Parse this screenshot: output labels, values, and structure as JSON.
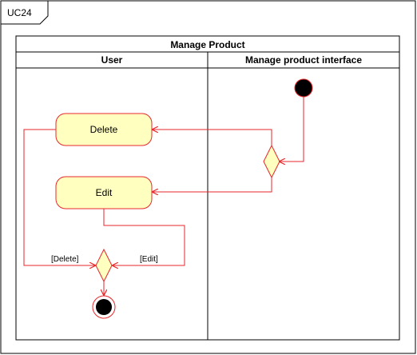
{
  "frame": {
    "tag": "UC24"
  },
  "diagram": {
    "title": "Manage Product",
    "lanes": [
      "User",
      "Manage product interface"
    ],
    "actions": {
      "delete": "Delete",
      "edit": "Edit"
    },
    "guards": {
      "delete": "[Delete]",
      "edit": "[Edit]"
    }
  },
  "colors": {
    "line": "#e8272b",
    "node_fill": "#ffffc0",
    "node_stroke": "#e8272b",
    "border": "#000000"
  }
}
